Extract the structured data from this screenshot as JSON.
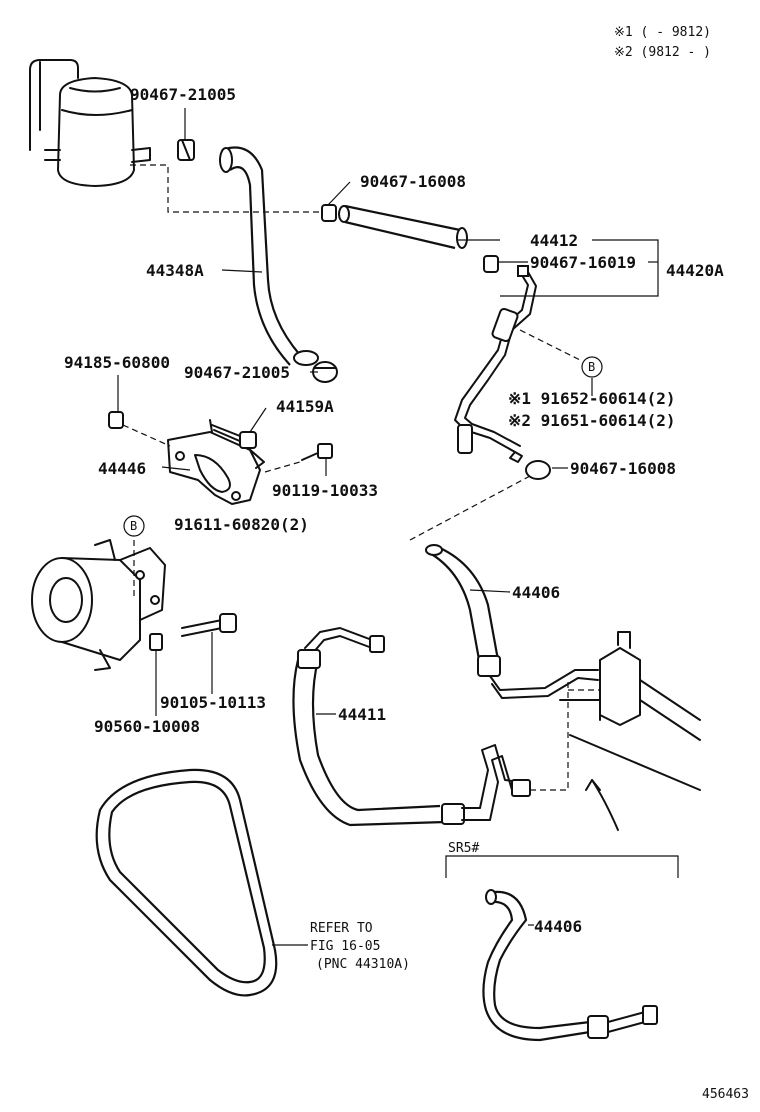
{
  "legend": {
    "note1": "※1 (      - 9812)",
    "note2": "※2 (9812 -      )"
  },
  "parts": {
    "p1": "90467-21005",
    "p2": "90467-16008",
    "p3": "44412",
    "p4": "90467-16019",
    "p5": "44420A",
    "p6": "44348A",
    "p7": "94185-60800",
    "p8": "90467-21005",
    "p9": "44159A",
    "p10": "44446",
    "p11": "90119-10033",
    "p12": "※1 91652-60614(2)",
    "p13": "※2 91651-60614(2)",
    "p14": "90467-16008",
    "p15": "91611-60820(2)",
    "p16": "44406",
    "p17": "90105-10113",
    "p18": "90560-10008",
    "p19": "44411",
    "p20": "44406"
  },
  "markers": {
    "b1": "B",
    "b2": "B"
  },
  "variant_label": "SR5#",
  "refer": {
    "line1": "REFER TO",
    "line2": "FIG 16-05",
    "line3": "(PNC 44310A)"
  },
  "figure_id": "456463"
}
